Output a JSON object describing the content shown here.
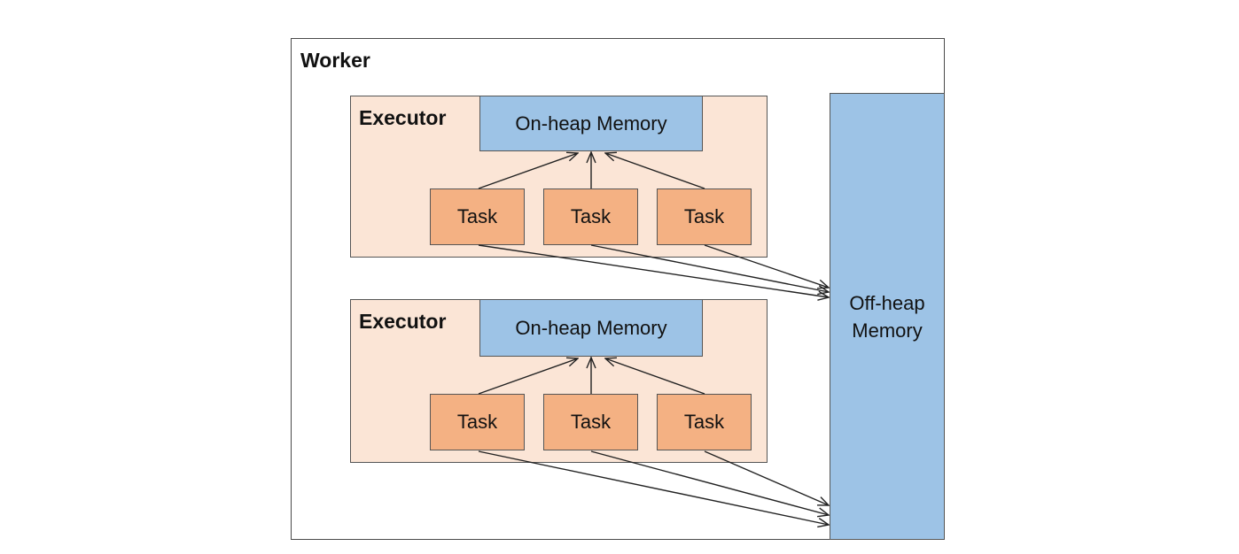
{
  "worker": {
    "title": "Worker"
  },
  "executors": [
    {
      "title": "Executor",
      "memory_label": "On-heap Memory",
      "tasks": [
        "Task",
        "Task",
        "Task"
      ]
    },
    {
      "title": "Executor",
      "memory_label": "On-heap Memory",
      "tasks": [
        "Task",
        "Task",
        "Task"
      ]
    }
  ],
  "off_heap": {
    "line1": "Off-heap",
    "line2": "Memory"
  },
  "colors": {
    "executor_fill": "#fbe5d6",
    "memory_fill": "#9dc3e6",
    "task_fill": "#f4b183",
    "arrow": "#222222"
  }
}
